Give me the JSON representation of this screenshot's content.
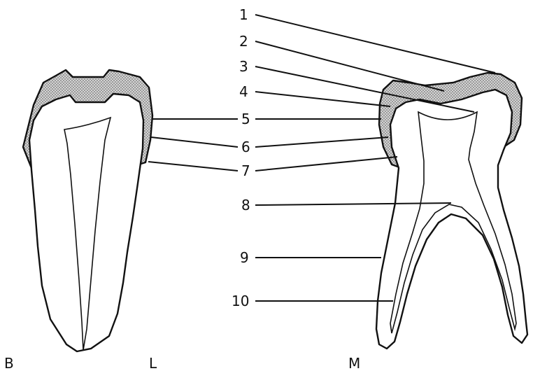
{
  "labels": {
    "n1": "1",
    "n2": "2",
    "n3": "3",
    "n4": "4",
    "n5": "5",
    "n6": "6",
    "n7": "7",
    "n8": "8",
    "n9": "9",
    "n10": "10"
  },
  "side_labels": {
    "b": "B",
    "l": "L",
    "m": "M"
  },
  "colors": {
    "line": "#111111",
    "enamel": "#8a8a8a",
    "background": "#ffffff"
  }
}
